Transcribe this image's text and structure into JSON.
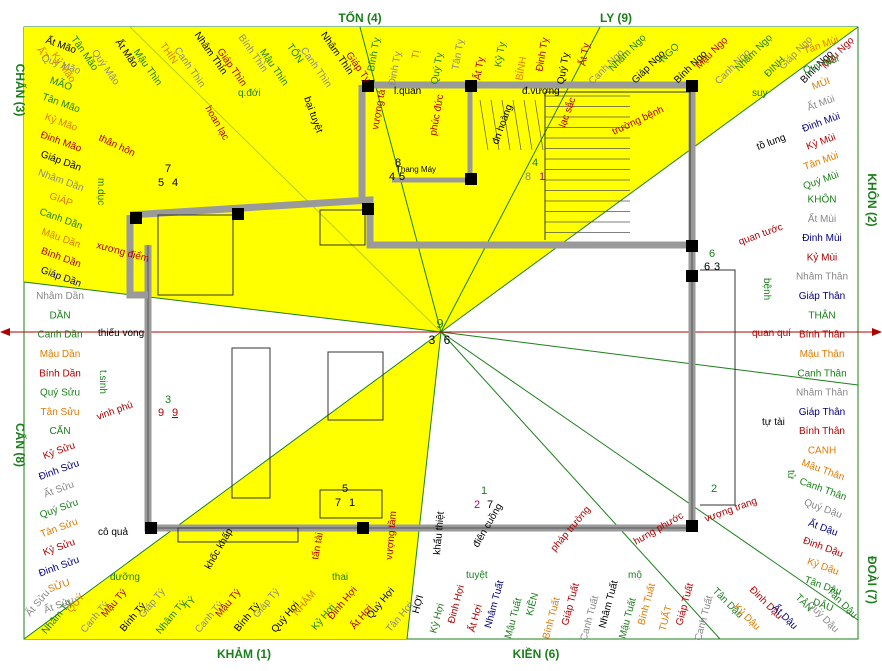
{
  "directions": {
    "ton": "TỐN (4)",
    "ly": "LY (9)",
    "chan": "CHẤN (3)",
    "khon": "KHÔN (2)",
    "can": "CẤN (8)",
    "doai": "ĐOÀI (7)",
    "kham": "KHẢM (1)",
    "kien": "KIỀN (6)"
  },
  "colors": {
    "yellow": "#ffff00",
    "green": "#1a7f1a",
    "red": "#b00000",
    "wall": "#9a9a9a"
  },
  "top_labels": [
    {
      "t": "ẤT",
      "c": "#e07b00"
    },
    {
      "t": "Kỷ Mão",
      "c": "#e07b00"
    },
    {
      "t": "Tân Mão",
      "c": "#1a7f1a"
    },
    {
      "t": "Quý Mão",
      "c": "#888"
    },
    {
      "t": "Ất Mão",
      "c": "#000"
    },
    {
      "t": "Mậu Thìn",
      "c": "#1a7f1a"
    },
    {
      "t": "THÌN",
      "c": "#e07b00"
    },
    {
      "t": "Canh Thìn",
      "c": "#888"
    },
    {
      "t": "Nhâm Thìn",
      "c": "#000"
    },
    {
      "t": "Giáp Thìn",
      "c": "#b00000"
    },
    {
      "t": "Bính Thìn",
      "c": "#888"
    },
    {
      "t": "Mậu Thìn",
      "c": "#1a7f1a"
    },
    {
      "t": "TỐN",
      "c": "#1a7f1a"
    },
    {
      "t": "Canh Thìn",
      "c": "#888"
    },
    {
      "t": "Nhâm Thìn",
      "c": "#000"
    },
    {
      "t": "Giáp Tỵ",
      "c": "#b00000"
    },
    {
      "t": "Bính Tỵ",
      "c": "#1a7f1a"
    },
    {
      "t": "Đinh Tỵ",
      "c": "#888"
    },
    {
      "t": "TỊ",
      "c": "#e07b00"
    },
    {
      "t": "Quý Tỵ",
      "c": "#1a7f1a"
    },
    {
      "t": "Tân Tỵ",
      "c": "#888"
    },
    {
      "t": "Ất Tỵ",
      "c": "#b00000"
    },
    {
      "t": "Kỷ Tỵ",
      "c": "#1a7f1a"
    },
    {
      "t": "BÍNH",
      "c": "#e07b00"
    },
    {
      "t": "Đinh Tỵ",
      "c": "#b00000"
    },
    {
      "t": "Quý Tỵ",
      "c": "#000"
    },
    {
      "t": "Ất Tỵ",
      "c": "#b00000"
    },
    {
      "t": "Canh Ngọ",
      "c": "#888"
    },
    {
      "t": "Nhâm Ngọ",
      "c": "#1a7f1a"
    },
    {
      "t": "Giáp Ngọ",
      "c": "#000"
    },
    {
      "t": "NGỌ",
      "c": "#1a7f1a"
    },
    {
      "t": "Bính Ngọ",
      "c": "#000"
    },
    {
      "t": "Mậu Ngọ",
      "c": "#b00000"
    },
    {
      "t": "Canh Ngọ",
      "c": "#888"
    },
    {
      "t": "Nhâm Ngọ",
      "c": "#1a7f1a"
    },
    {
      "t": "ĐINH",
      "c": "#1a7f1a"
    },
    {
      "t": "Giáp Ngọ",
      "c": "#888"
    },
    {
      "t": "Bính Ngọ",
      "c": "#000"
    },
    {
      "t": "Mậu Ngọ",
      "c": "#b00000"
    }
  ],
  "left_labels": [
    {
      "t": "Ất Mão",
      "c": "#000"
    },
    {
      "t": "Quý Mão",
      "c": "#888"
    },
    {
      "t": "MÃO",
      "c": "#1a7f1a"
    },
    {
      "t": "Tân Mão",
      "c": "#1a7f1a"
    },
    {
      "t": "Kỷ Mão",
      "c": "#e07b00"
    },
    {
      "t": "Đinh Mão",
      "c": "#b00000"
    },
    {
      "t": "Giáp Dần",
      "c": "#000"
    },
    {
      "t": "Nhâm Dần",
      "c": "#888"
    },
    {
      "t": "GIÁP",
      "c": "#e07b00"
    },
    {
      "t": "Canh Dần",
      "c": "#1a7f1a"
    },
    {
      "t": "Mậu Dần",
      "c": "#e07b00"
    },
    {
      "t": "Bính Dần",
      "c": "#b00000"
    },
    {
      "t": "Giáp Dần",
      "c": "#000080"
    },
    {
      "t": "Nhâm Dần",
      "c": "#888"
    },
    {
      "t": "DẦN",
      "c": "#1a7f1a"
    },
    {
      "t": "Canh Dần",
      "c": "#1a7f1a"
    },
    {
      "t": "Mậu Dần",
      "c": "#e07b00"
    },
    {
      "t": "Bính Dần",
      "c": "#b00000"
    },
    {
      "t": "Quý Sửu",
      "c": "#1a7f1a"
    },
    {
      "t": "Tân Sửu",
      "c": "#e07b00"
    },
    {
      "t": "CẤN",
      "c": "#1a7f1a"
    },
    {
      "t": "Kỷ Sửu",
      "c": "#b00000"
    },
    {
      "t": "Đinh Sửu",
      "c": "#000080"
    },
    {
      "t": "Ất Sửu",
      "c": "#888"
    },
    {
      "t": "Quý Sửu",
      "c": "#1a7f1a"
    },
    {
      "t": "Tân Sửu",
      "c": "#e07b00"
    },
    {
      "t": "Kỷ Sửu",
      "c": "#b00000"
    },
    {
      "t": "Đinh Sửu",
      "c": "#000080"
    },
    {
      "t": "SỬU",
      "c": "#e07b00"
    },
    {
      "t": "Ất Sửu",
      "c": "#888"
    }
  ],
  "right_labels": [
    {
      "t": "Tân Mùi",
      "c": "#e07b00"
    },
    {
      "t": "Quý Mùi",
      "c": "#1a7f1a"
    },
    {
      "t": "MÙI",
      "c": "#e07b00"
    },
    {
      "t": "Ất Mùi",
      "c": "#888"
    },
    {
      "t": "Đinh Mùi",
      "c": "#000080"
    },
    {
      "t": "Kỷ Mùi",
      "c": "#b00000"
    },
    {
      "t": "Tân Mùi",
      "c": "#e07b00"
    },
    {
      "t": "Quý Mùi",
      "c": "#1a7f1a"
    },
    {
      "t": "KHÔN",
      "c": "#1a7f1a"
    },
    {
      "t": "Ất Mùi",
      "c": "#888"
    },
    {
      "t": "Đinh Mùi",
      "c": "#000080"
    },
    {
      "t": "Kỷ Mùi",
      "c": "#b00000"
    },
    {
      "t": "Nhâm Thân",
      "c": "#888"
    },
    {
      "t": "Giáp Thân",
      "c": "#000080"
    },
    {
      "t": "THÂN",
      "c": "#1a7f1a"
    },
    {
      "t": "Bính Thân",
      "c": "#b00000"
    },
    {
      "t": "Mậu Thân",
      "c": "#e07b00"
    },
    {
      "t": "Canh Thân",
      "c": "#1a7f1a"
    },
    {
      "t": "Nhâm Thân",
      "c": "#888"
    },
    {
      "t": "Giáp Thân",
      "c": "#000080"
    },
    {
      "t": "Bính Thân",
      "c": "#b00000"
    },
    {
      "t": "CANH",
      "c": "#e07b00"
    },
    {
      "t": "Mậu Thân",
      "c": "#e07b00"
    },
    {
      "t": "Canh Thân",
      "c": "#1a7f1a"
    },
    {
      "t": "Quý Dậu",
      "c": "#888"
    },
    {
      "t": "Ất Dậu",
      "c": "#000080"
    },
    {
      "t": "Đinh Dậu",
      "c": "#b00000"
    },
    {
      "t": "Kỷ Dậu",
      "c": "#e07b00"
    },
    {
      "t": "Tân Dậu",
      "c": "#1a7f1a"
    },
    {
      "t": "DẬU",
      "c": "#1a7f1a"
    }
  ],
  "bottom_labels": [
    {
      "t": "Ất Sửu",
      "c": "#888"
    },
    {
      "t": "Nhâm Tý",
      "c": "#1a7f1a"
    },
    {
      "t": "QUÝ",
      "c": "#e07b00"
    },
    {
      "t": "Canh Tý",
      "c": "#888"
    },
    {
      "t": "Mậu Tý",
      "c": "#b00000"
    },
    {
      "t": "Bính Tý",
      "c": "#000"
    },
    {
      "t": "Giáp Tý",
      "c": "#888"
    },
    {
      "t": "Nhâm Tý",
      "c": "#1a7f1a"
    },
    {
      "t": "TÝ",
      "c": "#1a7f1a"
    },
    {
      "t": "Canh Tý",
      "c": "#888"
    },
    {
      "t": "Mậu Tý",
      "c": "#b00000"
    },
    {
      "t": "Bính Tý",
      "c": "#000"
    },
    {
      "t": "Giáp Tý",
      "c": "#888"
    },
    {
      "t": "Quý Hợi",
      "c": "#000"
    },
    {
      "t": "NHÂM",
      "c": "#e07b00"
    },
    {
      "t": "Kỷ Hợi",
      "c": "#1a7f1a"
    },
    {
      "t": "Đinh Hợi",
      "c": "#b00000"
    },
    {
      "t": "Ất Hợi",
      "c": "#b00000"
    },
    {
      "t": "Quý Hợi",
      "c": "#000080"
    },
    {
      "t": "Tân Hợi",
      "c": "#888"
    },
    {
      "t": "HỢI",
      "c": "#000"
    },
    {
      "t": "Kỷ Hợi",
      "c": "#1a7f1a"
    },
    {
      "t": "Đinh Hợi",
      "c": "#b00000"
    },
    {
      "t": "Ất Hợi",
      "c": "#b00000"
    },
    {
      "t": "Nhâm Tuất",
      "c": "#000080"
    },
    {
      "t": "Mậu Tuất",
      "c": "#1a7f1a"
    },
    {
      "t": "KIỀN",
      "c": "#1a7f1a"
    },
    {
      "t": "Bính Tuất",
      "c": "#e07b00"
    },
    {
      "t": "Giáp Tuất",
      "c": "#b00000"
    },
    {
      "t": "Canh Tuất",
      "c": "#888"
    },
    {
      "t": "Nhâm Tuất",
      "c": "#000"
    },
    {
      "t": "Mậu Tuất",
      "c": "#1a7f1a"
    },
    {
      "t": "Bính Tuất",
      "c": "#e07b00"
    },
    {
      "t": "TUẤT",
      "c": "#e07b00"
    },
    {
      "t": "Giáp Tuất",
      "c": "#b00000"
    },
    {
      "t": "Canh Tuất",
      "c": "#888"
    },
    {
      "t": "Tân Dậu",
      "c": "#1a7f1a"
    },
    {
      "t": "Kỷ Dậu",
      "c": "#e07b00"
    },
    {
      "t": "Đinh Dậu",
      "c": "#b00000"
    },
    {
      "t": "Ất Dậu",
      "c": "#000080"
    },
    {
      "t": "TÂN",
      "c": "#1a7f1a"
    },
    {
      "t": "Quý Dậu",
      "c": "#888"
    },
    {
      "t": "Tân Dậu",
      "c": "#1a7f1a"
    }
  ],
  "plan_labels": {
    "thieu_vong": "thiếu vong",
    "quan_qui": "quan quí",
    "thang_may": "Thang Máy",
    "truong_benh": "trường bệnh",
    "to_lung": "tồ lung",
    "quan_tuoc": "quan tước",
    "benh": "bệnh",
    "tu_tai": "tự tài",
    "tu": "tử",
    "vuong_trang": "vượng trang",
    "hung_phuoc": "hưng phước",
    "mo": "mộ",
    "phap_truong": "pháp trường",
    "dien_cuong": "điên cuồng",
    "khau_thiet": "khẩu thiệt",
    "vuong_tam": "vượng tầm",
    "tan_tai": "tấn tài",
    "khoc_khap": "khốc khấp",
    "duong": "dưỡng",
    "thai": "thai",
    "tuyet": "tuyệt",
    "co_qua": "cô quả",
    "vinh_phu": "vinh phú",
    "t_sinh": "t.sinh",
    "xuong_diem": "xương điểm",
    "m_duc": "m.dục",
    "than_hon": "thân hôn",
    "hoan_lac": "hoan lạc",
    "q_doi": "q.đới",
    "bai_tuyet": "bại tuyệt",
    "l_quan": "l.quan",
    "vuong_ta": "vượng tá",
    "phuc_duc": "phúc đức",
    "d_vuong": "đ.vượng",
    "dn_hoang": "đn hoàng",
    "lac_sac": "lạc sắc",
    "suy": "suy"
  },
  "stars": {
    "center": [
      "9",
      "3",
      "6"
    ],
    "nw_room": [
      "7",
      "5",
      "4"
    ],
    "elevator": [
      "8",
      "4",
      "5"
    ],
    "stair": [
      "4",
      "8",
      "1"
    ],
    "east": [
      "6",
      "6",
      "3"
    ],
    "west": [
      "3",
      "9",
      "9"
    ],
    "kitchen": [
      "5",
      "7",
      "1"
    ],
    "south": [
      "1",
      "2",
      "7"
    ],
    "se": [
      "2"
    ]
  }
}
